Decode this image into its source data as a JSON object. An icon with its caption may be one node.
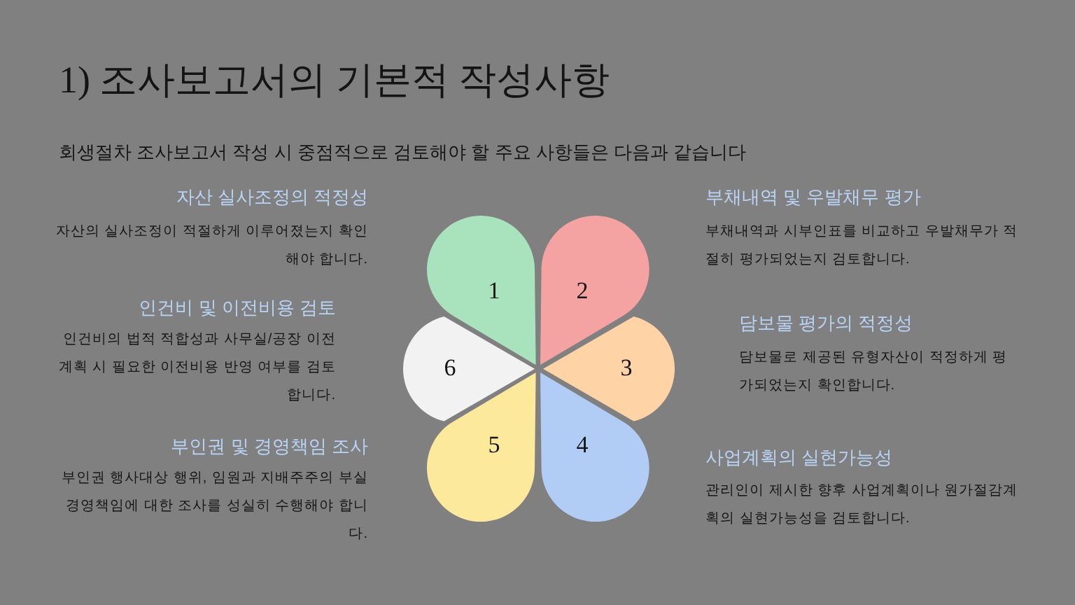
{
  "diagram": {
    "title": "1) 조사보고서의 기본적 작성사항",
    "nodes": [
      {
        "text": [
          "1"
        ],
        "beside": [
          "자산 실사조정의 적정성",
          "자산의 실사조정이 적절하게 이루어졌는지 확인해야 합니다."
        ]
      },
      {
        "text": [
          "2"
        ],
        "beside": [
          "부채내역 및 우발채무 평가",
          "부채내역과 시부인표를 비교하고 우발채무가 적절히 평가되었는지 검토합니다."
        ]
      },
      {
        "text": [
          "3"
        ],
        "beside": [
          "담보물 평가의 적정성",
          "담보물로 제공된 유형자산이 적정하게 평가되었는지 확인합니다."
        ]
      },
      {
        "text": [
          "4"
        ],
        "beside": [
          "사업계획의 실현가능성",
          "관리인이 제시한 향후 사업계획이나 원가절감계획의 실현가능성을 검토합니다."
        ]
      },
      {
        "text": [
          "5"
        ],
        "beside": [
          "부인권 및 경영책임 조사",
          "부인권 행사대상 행위, 임원과 지배주주의 부실 경영책임에 대한 조사를 성실히 수행해야 합니다."
        ]
      },
      {
        "text": [
          "6"
        ],
        "beside": [
          "인건비 및 이전비용 검토",
          "인건비의 법적 적합성과 사무실/공장 이전 계획 시 필요한 이전비용 반영 여부를 검토합니다."
        ]
      }
    ],
    "labels": [
      "회생절차 조사보고서 작성 시 중점적으로 검토해야 할 주요 사항들은 다음과 같습니다"
    ]
  }
}
